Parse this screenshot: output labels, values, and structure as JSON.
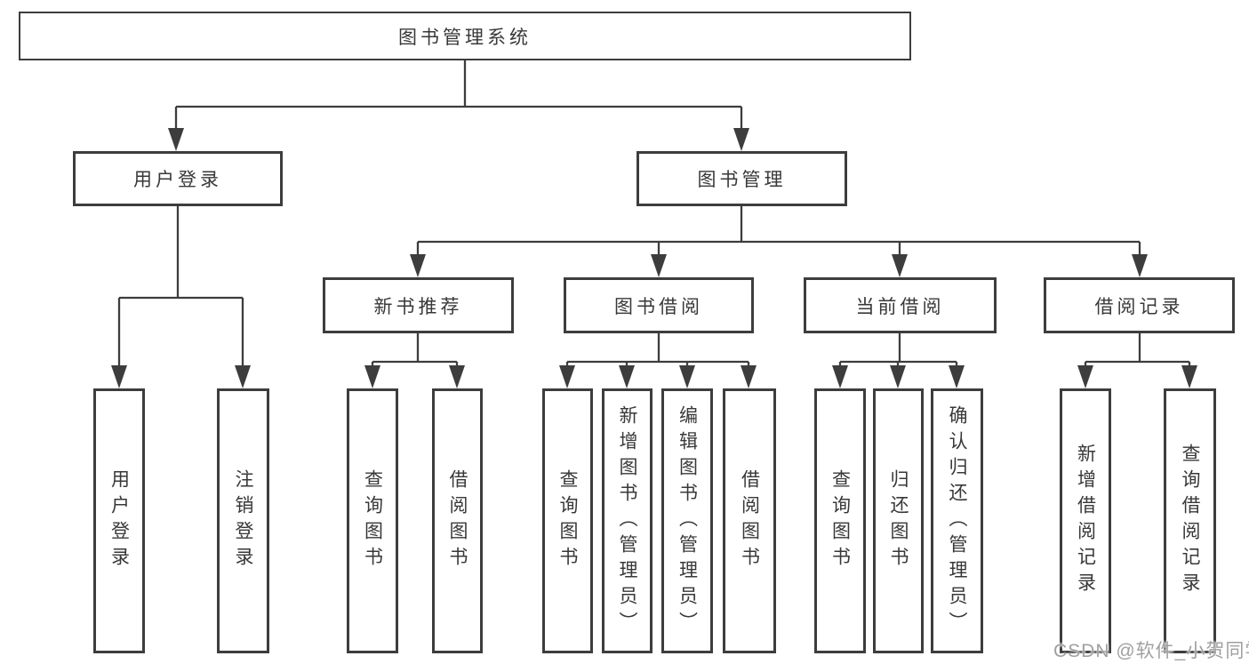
{
  "diagram": {
    "root": {
      "label": "图书管理系统"
    },
    "level2": [
      {
        "label": "用户登录"
      },
      {
        "label": "图书管理"
      }
    ],
    "level3": [
      {
        "label": "新书推荐"
      },
      {
        "label": "图书借阅"
      },
      {
        "label": "当前借阅"
      },
      {
        "label": "借阅记录"
      }
    ],
    "leaves": {
      "user_login": [
        "用户登录",
        "注销登录"
      ],
      "new_book_recommend": [
        "查询图书",
        "借阅图书"
      ],
      "book_borrow": [
        "查询图书",
        "新增图书（管理员）",
        "编辑图书（管理员）",
        "借阅图书"
      ],
      "current_borrow": [
        "查询图书",
        "归还图书",
        "确认归还（管理员）"
      ],
      "borrow_records": [
        "新增借阅记录",
        "查询借阅记录"
      ]
    }
  },
  "watermark": {
    "text": "CSDN @软件_小贺同学"
  },
  "colors": {
    "stroke": "#3d3d3d",
    "text": "#383838",
    "watermark": "#a0a0a0",
    "background": "#ffffff"
  }
}
